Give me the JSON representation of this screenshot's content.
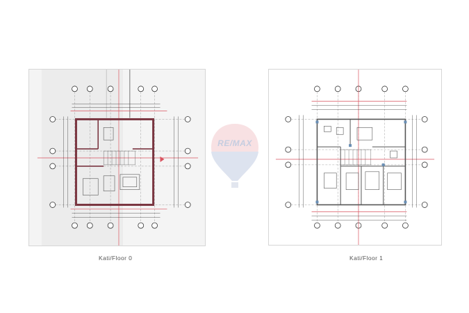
{
  "floor_plans": [
    {
      "caption": "Kati/Floor 0"
    },
    {
      "caption": "Kati/Floor 1"
    }
  ],
  "watermark": {
    "text": "RE/MAX",
    "colors": {
      "red": "#f2c9cc",
      "blue": "#c5cde0"
    }
  },
  "colors": {
    "outline": "#d6d6d6",
    "grid_red": "#d9535f",
    "wall": "#7a3540",
    "line": "#444444"
  }
}
